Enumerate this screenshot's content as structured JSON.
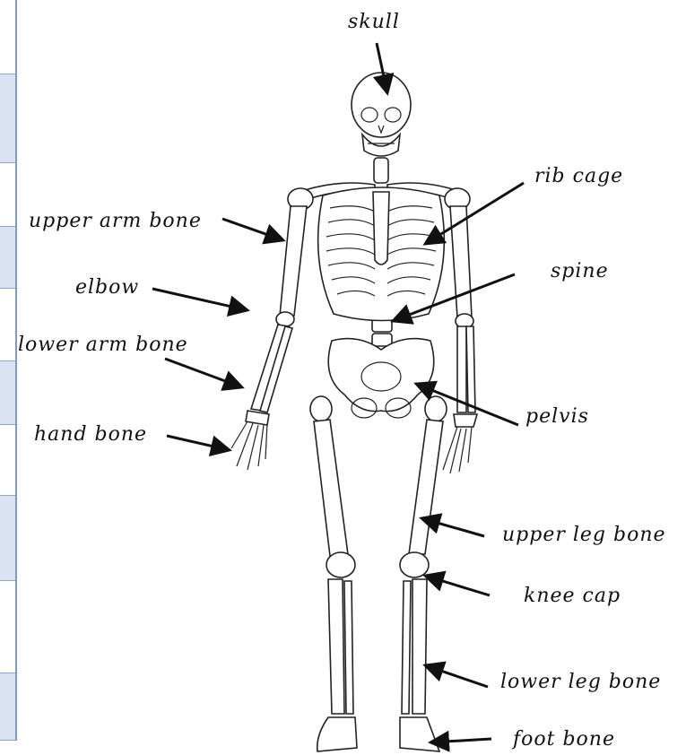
{
  "labels": {
    "skull": "skull",
    "rib_cage": "rib cage",
    "upper_arm_bone": "upper arm bone",
    "spine": "spine",
    "elbow": "elbow",
    "lower_arm_bone": "lower arm bone",
    "pelvis": "pelvis",
    "hand_bone": "hand bone",
    "upper_leg_bone": "upper leg bone",
    "knee_cap": "knee cap",
    "lower_leg_bone": "lower leg bone",
    "foot_bone": "foot bone"
  },
  "colors": {
    "strip_border": "#7f9ac4",
    "strip_fill": "#dbe3f2",
    "ink": "#111111"
  }
}
